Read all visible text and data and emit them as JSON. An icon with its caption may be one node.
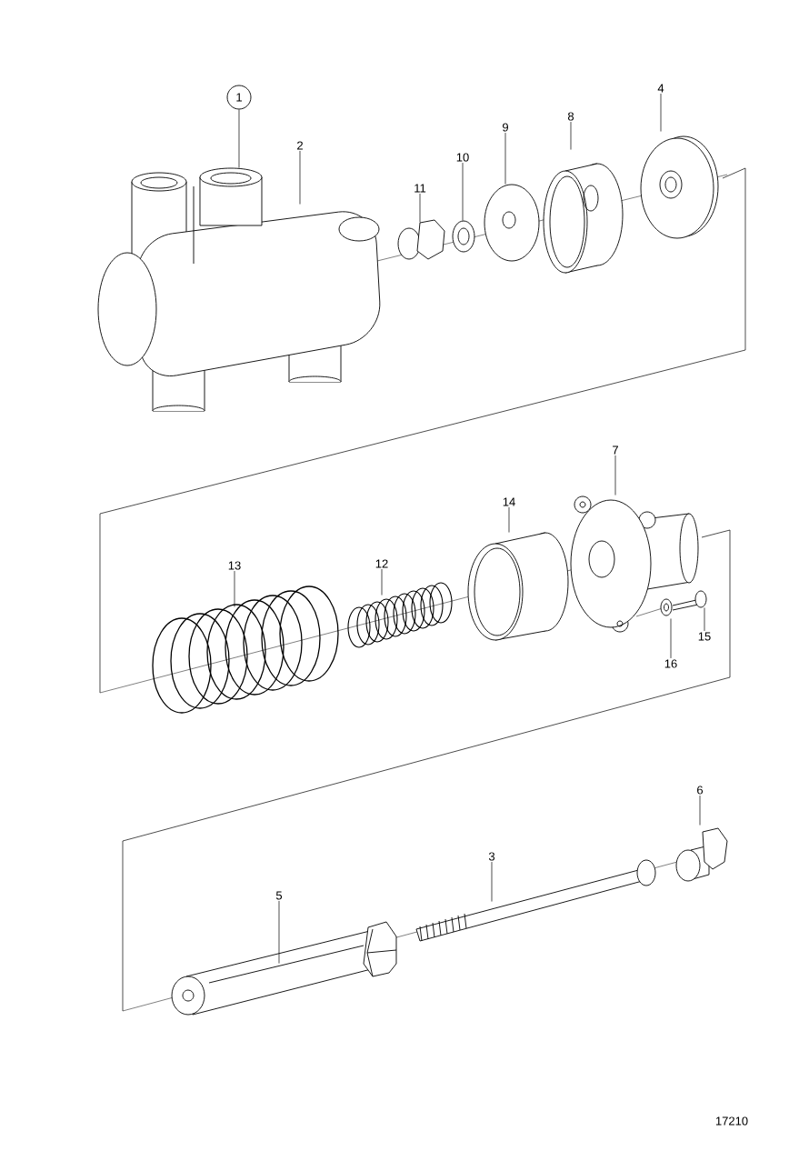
{
  "diagram": {
    "nodes": [
      {
        "text": [
          "1"
        ]
      },
      {
        "text": [
          "2"
        ]
      },
      {
        "text": [
          "11"
        ]
      },
      {
        "text": [
          "10"
        ]
      },
      {
        "text": [
          "9"
        ]
      },
      {
        "text": [
          "8"
        ]
      },
      {
        "text": [
          "4"
        ]
      },
      {
        "text": [
          "7"
        ]
      },
      {
        "text": [
          "14"
        ]
      },
      {
        "text": [
          "13"
        ]
      },
      {
        "text": [
          "12"
        ]
      },
      {
        "text": [
          "15"
        ]
      },
      {
        "text": [
          "16"
        ]
      },
      {
        "text": [
          "6"
        ]
      },
      {
        "text": [
          "3"
        ]
      },
      {
        "text": [
          "5"
        ]
      },
      {
        "text": [],
        "shape": "picture"
      },
      {
        "text": [],
        "shape": "picture"
      },
      {
        "text": [],
        "shape": "picture"
      },
      {
        "text": [],
        "shape": "picture"
      },
      {
        "text": [],
        "shape": "picture"
      },
      {
        "text": [],
        "shape": "picture"
      },
      {
        "text": [],
        "shape": "picture"
      },
      {
        "text": [],
        "shape": "picture"
      },
      {
        "text": [],
        "shape": "picture"
      },
      {
        "text": [],
        "shape": "picture"
      },
      {
        "text": [],
        "shape": "picture"
      },
      {
        "text": [],
        "shape": "picture"
      },
      {
        "text": [],
        "shape": "picture"
      },
      {
        "text": [],
        "shape": "picture"
      },
      {
        "text": [],
        "shape": "picture"
      },
      {
        "text": [],
        "shape": "cylinder"
      }
    ],
    "edges": [
      {
        "from": 0,
        "to": 31,
        "arrow": "none"
      },
      {
        "from": 1,
        "to": 16,
        "arrow": "none"
      },
      {
        "from": 2,
        "to": 17,
        "arrow": "none"
      },
      {
        "from": 3,
        "to": 18,
        "arrow": "none"
      },
      {
        "from": 4,
        "to": 19,
        "arrow": "none"
      },
      {
        "from": 5,
        "to": 20,
        "arrow": "none"
      },
      {
        "from": 6,
        "to": 21,
        "arrow": "none"
      },
      {
        "from": 7,
        "to": 22,
        "arrow": "none"
      },
      {
        "from": 8,
        "to": 23,
        "arrow": "none"
      },
      {
        "from": 9,
        "to": 24,
        "arrow": "none"
      },
      {
        "from": 10,
        "to": 25,
        "arrow": "none"
      },
      {
        "from": 11,
        "to": 26,
        "arrow": "none"
      },
      {
        "from": 12,
        "to": 27,
        "arrow": "none"
      },
      {
        "from": 13,
        "to": 28,
        "arrow": "none"
      },
      {
        "from": 14,
        "to": 29,
        "arrow": "none"
      },
      {
        "from": 15,
        "to": 30,
        "arrow": "none"
      }
    ],
    "labels": [
      "17210"
    ]
  }
}
